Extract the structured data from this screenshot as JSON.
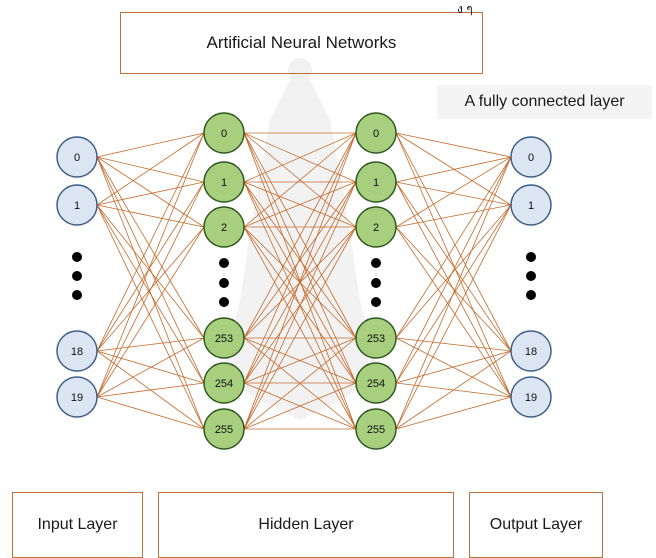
{
  "title": "Artificial Neural Networks",
  "fc_label": "A fully connected layer",
  "corner_mark": "ง ๆ",
  "layers": {
    "input": {
      "label": "Input Layer",
      "nodes": [
        "0",
        "1",
        "18",
        "19"
      ]
    },
    "hidden1": {
      "nodes": [
        "0",
        "1",
        "2",
        "253",
        "254",
        "255"
      ]
    },
    "hidden2": {
      "nodes": [
        "0",
        "1",
        "2",
        "253",
        "254",
        "255"
      ]
    },
    "hidden_label": "Hidden Layer",
    "output": {
      "label": "Output Layer",
      "nodes": [
        "0",
        "1",
        "18",
        "19"
      ]
    }
  },
  "colors": {
    "input_fill": "#dce6f2",
    "input_stroke": "#3e5f8a",
    "hidden_fill": "#a8cf7e",
    "hidden_stroke": "#2f5a1f",
    "edge": "#c46a2b",
    "box_border": "#c0703a",
    "ellipsis": "#000000"
  },
  "watermark": "faded institutional emblem in background"
}
